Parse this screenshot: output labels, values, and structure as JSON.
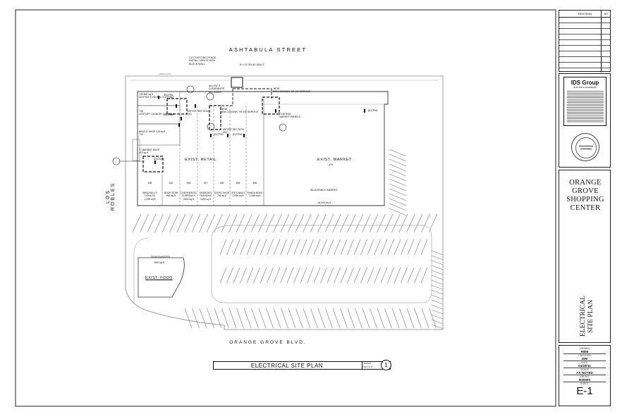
{
  "streets": {
    "north": "ASHTABULA STREET",
    "west": "LOS ROBLES",
    "south": "ORANGE GROVE BLVD."
  },
  "callouts": {
    "fence": [
      "CUT EXISTING FENCE.",
      "INSTALL NEW 8' HIGH",
      "BLOCK WALL"
    ],
    "vault": "8' x 14' SH-80 VAULT",
    "clearance": [
      "ALLOW 4'",
      "CLEARANCE",
      "ALL SIDES"
    ],
    "new_service_1": [
      "'NEW'",
      "600A 120/208V 3Φ 4W SERVICE"
    ],
    "new_service_2": [
      "'NEW'",
      "800A 120/208V 3Φ 4W SERVICE"
    ],
    "existing_panels": [
      "EXISTING",
      "MARKET PANELS"
    ],
    "meter_1": [
      "METER SECTION",
      "#01"
    ],
    "meter_2": [
      "METER SECTION",
      "#02"
    ],
    "cpml": "(E)CPML",
    "property_line": "PROP. LINE"
  },
  "tenants": [
    {
      "num": "728",
      "name": "DESTINY'S SHOE & CLOTHING",
      "area": "850 sq ft"
    },
    {
      "num": "728",
      "name": "CENTURY LAUNDRY",
      "area": "1,520 sq ft"
    },
    {
      "num": "730",
      "name": "BEATLE SHOP",
      "area": "415 sq ft"
    },
    {
      "num": "",
      "name": "TJ BARBER SHOP",
      "area": "410 sq ft"
    }
  ],
  "storefronts": [
    {
      "num": "438",
      "name": "WINCHELL'S DONUTS",
      "area": "1,095 sq ft"
    },
    {
      "num": "442",
      "name": "BOUR STAR",
      "area": "865 sq ft"
    },
    {
      "num": "445",
      "name": "CONTINENTAL CURRENCY",
      "area": "2800 sq ft"
    },
    {
      "num": "447",
      "name": "SHARON'S FASHIONS",
      "area": "1650 sq ft"
    },
    {
      "num": "448",
      "name": "DON'S SHOE",
      "area": "750 sq ft"
    },
    {
      "num": "455",
      "name": "LEE'S NAILS",
      "area": "2,095 sq ft"
    },
    {
      "num": "458",
      "name": "PANDA BOWL",
      "area": "2,095 sq ft"
    }
  ],
  "buildings": {
    "retail": "EXIST. RETAIL",
    "market": "EXIST. MARKET",
    "market_num": "476",
    "market_tenant": "BAJA RANCH MARKET",
    "market_area": "18,000 sq ft",
    "food": "EXIST. FOOD",
    "food_tenant": "DEAN BURGERS",
    "food_area": "1840 sq ft"
  },
  "title_strip": {
    "title": "ELECTRICAL SITE PLAN",
    "scale_label": "SCALE",
    "scale_value": "1/16\"=1'-0\"",
    "detail_num": "1"
  },
  "title_block": {
    "revision_header": "REVISION",
    "by_header": "BY",
    "firm": "IDS Group",
    "firm_sub": "ELECTRICAL ENGINEERS",
    "project_title": "ORANGE GROVE SHOPPING CENTER",
    "sheet_title": "ELECTRICAL SITE PLAN",
    "drawn_label": "DRAWN",
    "drawn_value": "RBM",
    "checked_label": "CHECKED",
    "checked_value": "DIM",
    "date_label": "DATE",
    "date_value": "04/28/11",
    "scale_label": "SCALE",
    "scale_value": "AS NOTED",
    "job_label": "JOB NO.",
    "job_value": "B30500",
    "sheet_label": "SHEET",
    "sheet_value": "E-1"
  }
}
